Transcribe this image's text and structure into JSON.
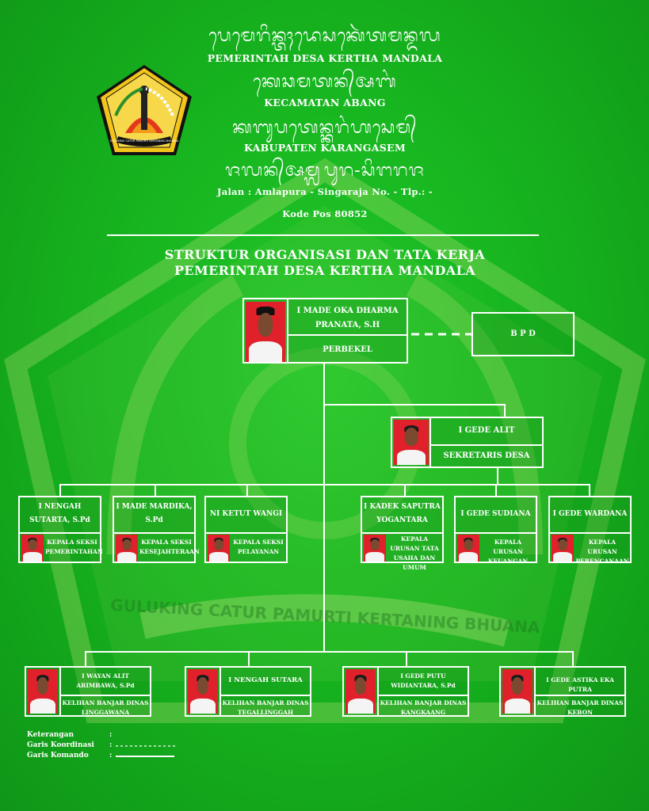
{
  "header": {
    "script_line_1": "ᬧᬾᬫᬾᬭᬶᬦ᭄ᬢᬄᬤᬾᬲᬓᬾᬃᬢᬫᬦ᭄ᬤᬮ",
    "line_1": "PEMERINTAH DESA KERTHA MANDALA",
    "script_line_2": "ᬓᬾᬘᬫᬢᬦ᭄ᬅᬩᬂ",
    "line_2": "KECAMATAN ABANG",
    "script_line_3": "ᬓᬩᬸᬧᬢᬾᬦ᭄ᬓᬭᬂᬳᬲᬾᬫ᭄",
    "line_3": "KABUPATEN KARANGASEM",
    "script_line_4": "ᬚᬮᬦ᭄ᬅᬫ᭄ᬮᬧᬸᬭ-ᬲᬶᬗᬭᬚ",
    "address": "Jalan :  Amlapura - Singaraja    No.  -         Tlp.: -",
    "postcode": "Kode Pos 80852",
    "logo_text": "GULUKING CATUR PAMURTI KERTANING BHUANA"
  },
  "watermark_text": "GULUKING CATUR PAMURTI KERTANING BHUANA",
  "title": {
    "line_1": "STRUKTUR ORGANISASI DAN TATA KERJA",
    "line_2": "PEMERINTAH DESA KERTHA MANDALA"
  },
  "perbekel": {
    "name": "I MADE OKA DHARMA PRANATA, S.H",
    "role": "PERBEKEL"
  },
  "bpd": {
    "label": "B P D"
  },
  "sekretaris": {
    "name": "I GEDE ALIT",
    "role": "SEKRETARIS DESA"
  },
  "kepala": [
    {
      "name": "I NENGAH SUTARTA, S.Pd",
      "role": "KEPALA SEKSI PEMERINTAHAN"
    },
    {
      "name": "I MADE MARDIKA, S.Pd",
      "role": "KEPALA SEKSI KESEJAHTERAAN"
    },
    {
      "name": "NI KETUT WANGI",
      "role": "KEPALA SEKSI PELAYANAN"
    },
    {
      "name": "I KADEK SAPUTRA YOGANTARA",
      "role": "KEPALA URUSAN TATA USAHA DAN UMUM"
    },
    {
      "name": "I GEDE SUDIANA",
      "role": "KEPALA URUSAN KEUANGAN"
    },
    {
      "name": "I GEDE WARDANA",
      "role": "KEPALA URUSAN PERENCANAAN"
    }
  ],
  "kelihan": [
    {
      "name": "I WAYAN ALIT ARIMBAWA, S.Pd",
      "role": "KELIHAN BANJAR DINAS LINGGAWANA"
    },
    {
      "name": "I NENGAH SUTARA",
      "role": "KELIHAN BANJAR DINAS TEGALLINGGAH"
    },
    {
      "name": "I GEDE PUTU WIDIANTARA, S.Pd",
      "role": "KELIHAN BANJAR DINAS KANGKAANG"
    },
    {
      "name": "I GEDE ASTIKA EKA PUTRA",
      "role": "KELIHAN BANJAR DINAS KEBON"
    }
  ],
  "legend": {
    "title": "Keterangan",
    "koordinasi": "Garis Koordinasi",
    "komando": "Garis Komando",
    "sep": ":"
  }
}
